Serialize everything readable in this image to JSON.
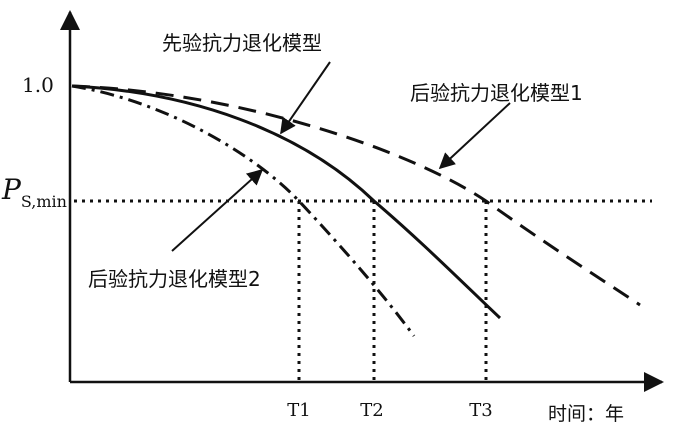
{
  "chart_data": {
    "type": "line",
    "xlabel": "时间：年",
    "ylabel": "",
    "y_start_label": "1.0",
    "threshold": {
      "label_main": "P",
      "label_sub": "S,min",
      "style": "dotted"
    },
    "x_ticks": [
      "T1",
      "T2",
      "T3"
    ],
    "annotations": [
      "先验抗力退化模型",
      "后验抗力退化模型1",
      "后验抗力退化模型2"
    ],
    "series": [
      {
        "name": "先验抗力退化模型",
        "style": "solid"
      },
      {
        "name": "后验抗力退化模型1",
        "style": "dashed"
      },
      {
        "name": "后验抗力退化模型2",
        "style": "dash-dot"
      }
    ],
    "grid": false,
    "color": "#111111"
  }
}
